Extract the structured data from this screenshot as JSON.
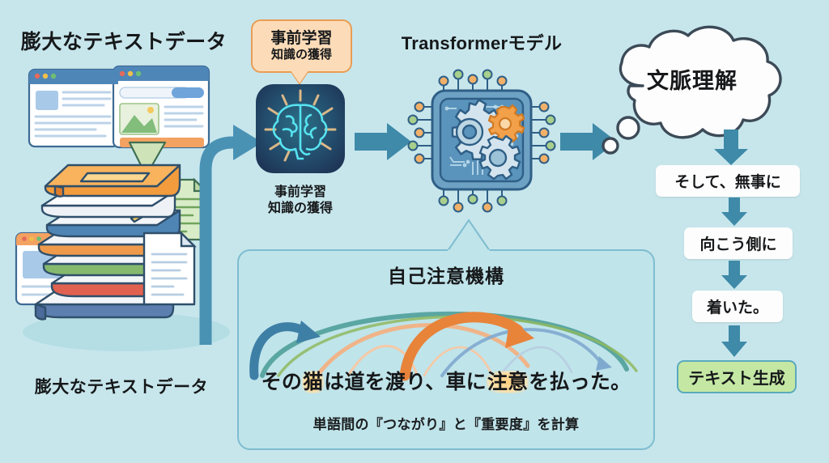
{
  "theme": {
    "background": "#c7e6ec",
    "accent_teal": "#3e8aa8",
    "accent_orange": "#e8833a",
    "panel_fill": "#bfe4ea",
    "panel_border": "#7fbdd0",
    "callout_fill": "#fcdcb8",
    "callout_border": "#e99d55",
    "green_fill": "#c4e8a4",
    "text_dark": "#16181a"
  },
  "left": {
    "title": "膨大なテキストデータ",
    "caption": "膨大なテキストデータ",
    "illustration_name": "book-stack-illustration"
  },
  "callout": {
    "line1": "事前学習",
    "line2": "知識の獲得"
  },
  "brain": {
    "icon": "brain-icon",
    "caption_line1": "事前学習",
    "caption_line2": "知識の獲得"
  },
  "transformer": {
    "title": "Transformerモデル",
    "icon": "cpu-chip-gears-icon"
  },
  "bubble": {
    "text": "文脈理解",
    "icon": "thought-bubble-icon"
  },
  "output_chain": {
    "steps": [
      {
        "text": "そして、無事に"
      },
      {
        "text": "向こう側に"
      },
      {
        "text": "着いた。"
      }
    ],
    "final": "テキスト生成"
  },
  "attention": {
    "title": "自己注意機構",
    "caption": "単語間の『つながり』と『重要度』を計算",
    "sentence_parts": [
      {
        "text": "その",
        "highlight": false
      },
      {
        "text": "猫",
        "highlight": true
      },
      {
        "text": "は道を渡り、車に",
        "highlight": false
      },
      {
        "text": "注意",
        "highlight": true
      },
      {
        "text": "を払った。",
        "highlight": false
      }
    ],
    "arc_colors": [
      "#3e7fa6",
      "#4f9e9a",
      "#e8833a",
      "#f2b183",
      "#8fb95f",
      "#7fa9cf"
    ]
  },
  "arrows": {
    "books_to_brain": "curved-arrow",
    "brain_to_chip": "right-arrow",
    "chip_to_bubble": "right-arrow",
    "bubble_to_step1": "down-arrow",
    "step1_to_step2": "down-arrow",
    "step2_to_step3": "down-arrow",
    "step3_to_output": "down-arrow",
    "panel_pointer": "triangle-pointer"
  }
}
